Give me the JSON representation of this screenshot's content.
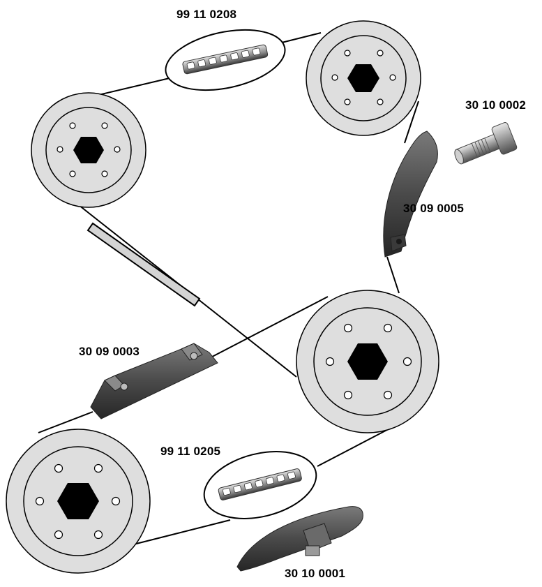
{
  "labels": {
    "upper_chain": "99 11 0208",
    "tensioner_bolt": "30 10 0002",
    "tensioner_rail": "30 09 0005",
    "guide_rail": "30 09 0003",
    "lower_chain": "99 11 0205",
    "lower_tensioner": "30 10 0001"
  },
  "colors": {
    "sprocket_fill": "#dedede",
    "hex_fill": "#000000",
    "line": "#000000",
    "rail_fill": "#d4d4d4",
    "part_dark": "#3a3a3a",
    "part_light": "#9a9a9a"
  }
}
